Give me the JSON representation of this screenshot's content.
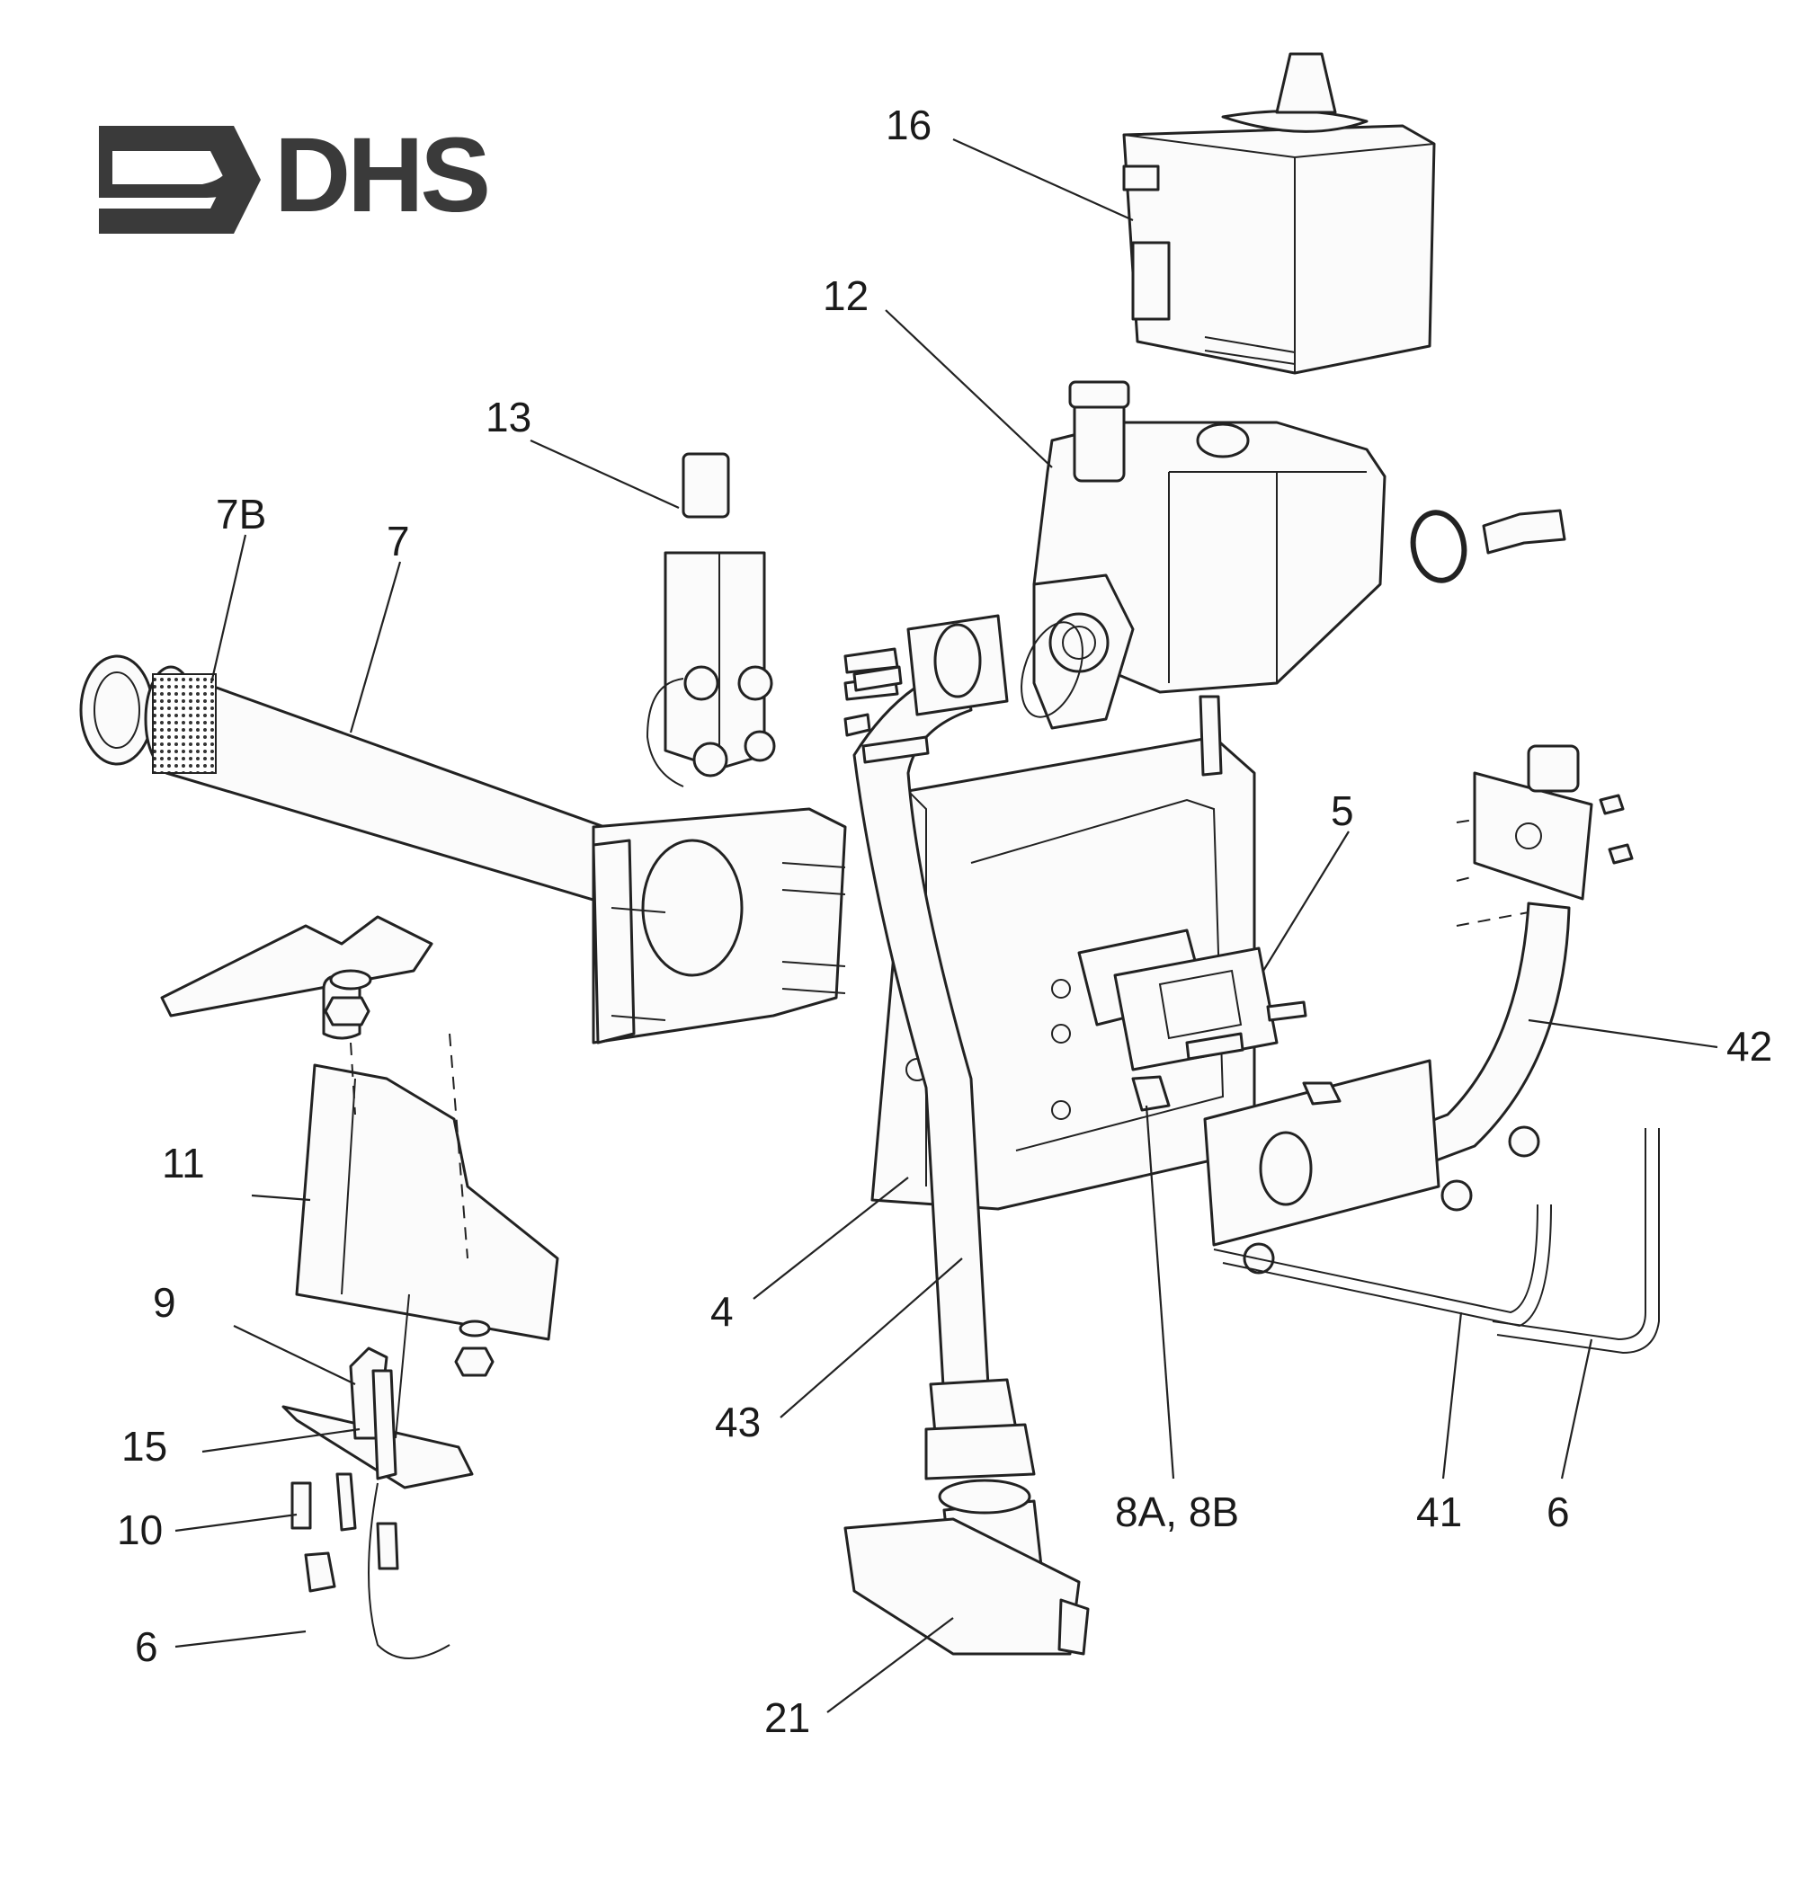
{
  "logo": {
    "text": "DHS"
  },
  "labels": [
    {
      "id": "16",
      "text": "16"
    },
    {
      "id": "12",
      "text": "12"
    },
    {
      "id": "13",
      "text": "13"
    },
    {
      "id": "7B",
      "text": "7B"
    },
    {
      "id": "7",
      "text": "7"
    },
    {
      "id": "5",
      "text": "5"
    },
    {
      "id": "42",
      "text": "42"
    },
    {
      "id": "11",
      "text": "11"
    },
    {
      "id": "9",
      "text": "9"
    },
    {
      "id": "15",
      "text": "15"
    },
    {
      "id": "10",
      "text": "10"
    },
    {
      "id": "6a",
      "text": "6"
    },
    {
      "id": "4",
      "text": "4"
    },
    {
      "id": "43",
      "text": "43"
    },
    {
      "id": "8",
      "text": "8A, 8B"
    },
    {
      "id": "41",
      "text": "41"
    },
    {
      "id": "6b",
      "text": "6"
    },
    {
      "id": "21",
      "text": "21"
    }
  ]
}
